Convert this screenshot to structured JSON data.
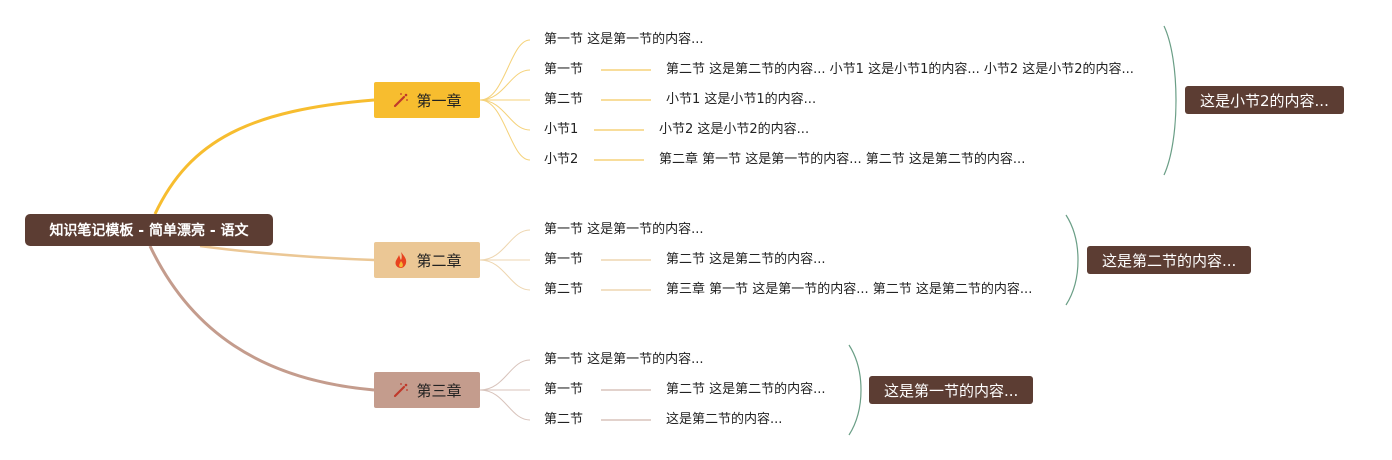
{
  "root": {
    "label": "知识笔记模板 - 简单漂亮 - 语文"
  },
  "chapters": [
    {
      "label": "第一章",
      "icon": "magic-wand-icon",
      "color": "#f7bd2f",
      "items": [
        "第一节 这是第一节的内容...",
        "第一节",
        "第二节",
        "小节1",
        "小节2"
      ],
      "details": [
        "第二节 这是第二节的内容... 小节1 这是小节1的内容... 小节2 这是小节2的内容...",
        "小节1 这是小节1的内容...",
        "小节2 这是小节2的内容...",
        "第二章 第一节 这是第一节的内容... 第二节 这是第二节的内容..."
      ],
      "summary": "这是小节2的内容..."
    },
    {
      "label": "第二章",
      "icon": "flame-icon",
      "color": "#ebc795",
      "items": [
        "第一节 这是第一节的内容...",
        "第一节",
        "第二节"
      ],
      "details": [
        "第二节 这是第二节的内容...",
        "第三章 第一节 这是第一节的内容... 第二节 这是第二节的内容..."
      ],
      "summary": "这是第二节的内容..."
    },
    {
      "label": "第三章",
      "icon": "magic-wand-icon",
      "color": "#c49c8d",
      "items": [
        "第一节 这是第一节的内容...",
        "第一节",
        "第二节"
      ],
      "details": [
        "第二节 这是第二节的内容...",
        "这是第二节的内容..."
      ],
      "summary": "这是第一节的内容..."
    }
  ],
  "colors": {
    "root_bg": "#5c3d33",
    "summary_bg": "#5c3d33",
    "bracket": "#6a9e86"
  }
}
